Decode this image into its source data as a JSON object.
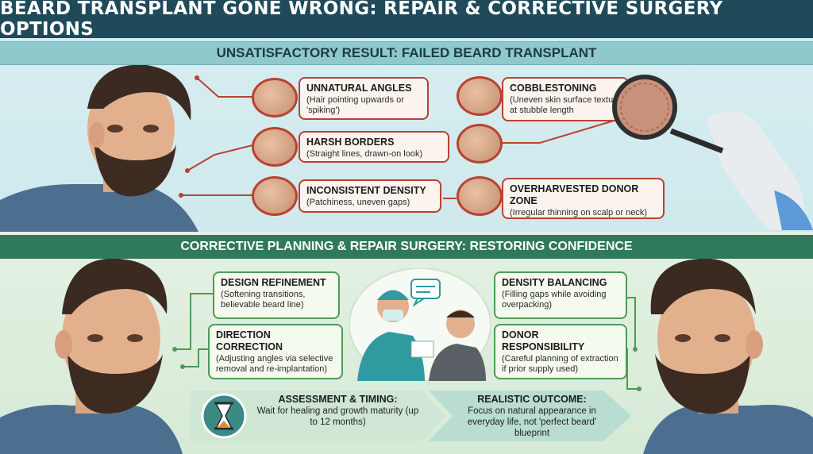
{
  "title": "BEARD TRANSPLANT GONE WRONG: REPAIR & CORRECTIVE SURGERY OPTIONS",
  "top_banner": "UNSATISFACTORY RESULT: FAILED BEARD TRANSPLANT",
  "bottom_banner": "CORRECTIVE PLANNING & REPAIR SURGERY: RESTORING CONFIDENCE",
  "problems": [
    {
      "title": "UNNATURAL ANGLES",
      "desc": "(Hair pointing upwards or 'spiking')"
    },
    {
      "title": "HARSH BORDERS",
      "desc": "(Straight lines, drawn-on look)"
    },
    {
      "title": "INCONSISTENT DENSITY",
      "desc": "(Patchiness, uneven gaps)"
    },
    {
      "title": "COBBLESTONING",
      "desc": "(Uneven skin surface texture at stubble length"
    },
    {
      "title": "OVERHARVESTED DONOR ZONE",
      "desc": "(Irregular thinning on scalp or neck)"
    }
  ],
  "solutions": [
    {
      "title": "DESIGN REFINEMENT",
      "desc": "(Softening transitions, believable beard line)"
    },
    {
      "title": "DIRECTION CORRECTION",
      "desc": "(Adjusting angles via selective removal and re-implantation)"
    },
    {
      "title": "DENSITY BALANCING",
      "desc": "(Filling gaps while avoiding overpacking)"
    },
    {
      "title": "DONOR RESPONSIBILITY",
      "desc": "(Careful planning of extraction if prior supply used)"
    }
  ],
  "timeline": [
    {
      "title": "ASSESSMENT & TIMING:",
      "desc": "Wait for healing and growth maturity (up to 12 months)"
    },
    {
      "title": "REALISTIC OUTCOME:",
      "desc": "Focus on natural appearance in everyday life, not 'perfect beard' blueprint"
    }
  ],
  "icons": [
    "hourglass-icon",
    "magnifier-icon",
    "speech-bubble-icon",
    "doctor-icon",
    "gloved-hand-icon"
  ],
  "colors": {
    "title_bg": "#1e4a5a",
    "problem_accent": "#b94232",
    "solution_accent": "#4f9a55",
    "bottom_banner": "#2f7a5b"
  }
}
